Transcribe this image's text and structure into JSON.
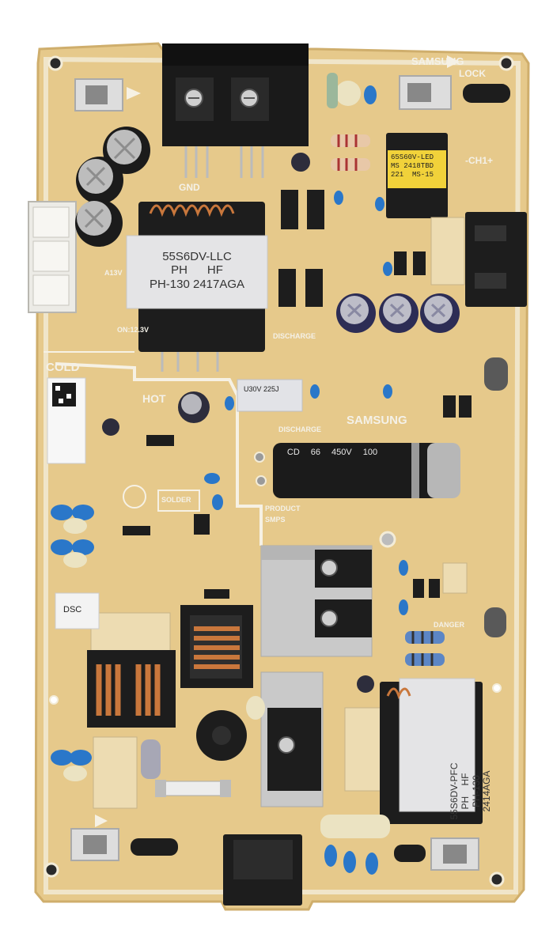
{
  "board": {
    "brand_top": "SAMSUNG",
    "brand_mid": "SAMSUNG",
    "cold_label": "COLD",
    "hot_label": "HOT",
    "gnd_label": "GND",
    "lock_label": "LOCK",
    "ch1_label": "-CH1+",
    "discharge_top": "DISCHARGE",
    "discharge_mid": "DISCHARGE",
    "solder_label": "SOLDER",
    "product_label": "PRODUCT",
    "smps_label": "SMPS",
    "danger_label": "DANGER",
    "rail_13v": "A13V",
    "rail_12v": "ON:12.3V"
  },
  "llc_transformer": {
    "line1": "55S6DV-LLC",
    "line2": "PH      HF",
    "line3": "PH-130 2417AGA"
  },
  "pfc_transformer": {
    "line1": "55S6DV-PFC",
    "line2": "PH    HF",
    "line3": "PH-130 2414AGA"
  },
  "led_chip": {
    "line1": "65S60V-LED",
    "line2": "MS 2418TBD",
    "line3": "221  MS-15"
  },
  "bulk_capacitor": {
    "line1": "CD",
    "line2": "66",
    "line3": "450V",
    "line4": "100"
  },
  "film_cap_top": {
    "line1": "U30V 225J"
  },
  "fuse_label": "DSC",
  "colors": {
    "pcb": "#e6c98b",
    "pcb_dark": "#d8b46c",
    "silk": "#f6f1e4",
    "black": "#1b1b1b",
    "heatsink": "#c9c9c9",
    "copper": "#c9773c",
    "capacitor_blue": "#2a77c9",
    "yellow_ic": "#f1d23a"
  },
  "icons": [
    "screw-icon",
    "mounting-hole-icon",
    "arrow-icon"
  ]
}
